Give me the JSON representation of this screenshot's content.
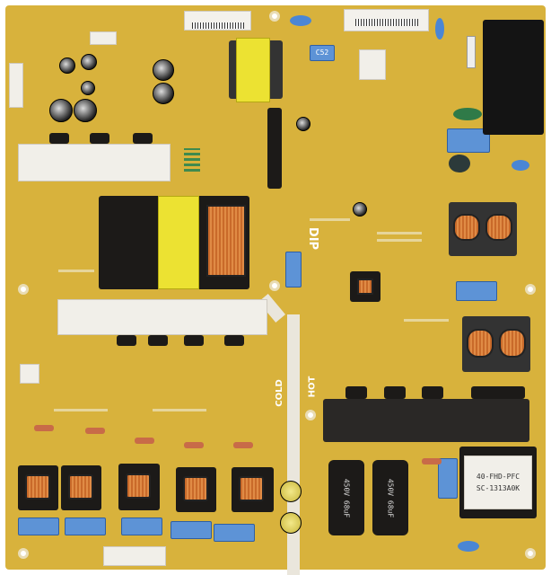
{
  "board": {
    "color": "#d8b23c",
    "labels": {
      "dip": "DIP",
      "cold": "COLD",
      "hot": "HOT",
      "c52": "C52",
      "pfc_line1": "40-FHD-PFC",
      "pfc_line2": "SC-1313A0K",
      "cap1": "450V 68uF",
      "cap2": "450V 68uF"
    }
  }
}
